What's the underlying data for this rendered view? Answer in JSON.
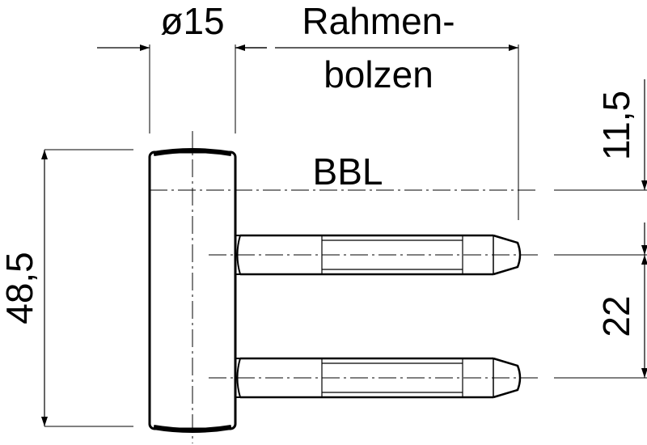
{
  "labels": {
    "diameter": "ø15",
    "frame_bolt_line1": "Rahmen-",
    "frame_bolt_line2": "bolzen",
    "reference_line": "BBL",
    "total_height": "48,5",
    "offset_top": "11,5",
    "pin_spacing": "22"
  },
  "colors": {
    "line": "#000000",
    "background": "#ffffff"
  }
}
